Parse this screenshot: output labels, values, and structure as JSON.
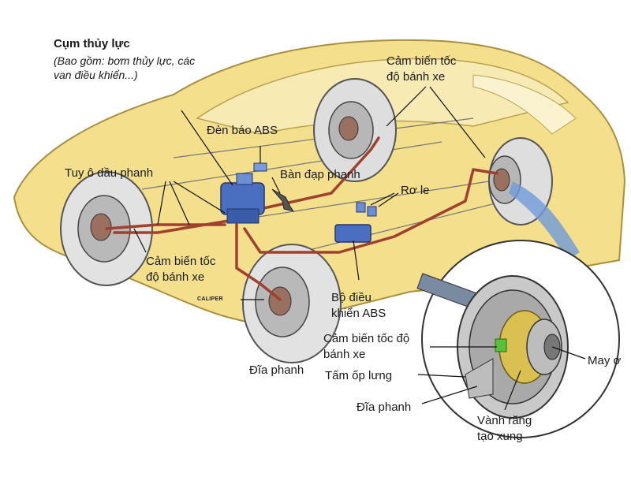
{
  "colors": {
    "car_body": "#f3df8c",
    "car_outline": "#a89040",
    "brake_line": "#a0402e",
    "tire": "#d9d9d9",
    "hub_blue": "#4a6fc0",
    "zoom_blue": "#6f9ad8",
    "leader": "#111111"
  },
  "labels": {
    "hydraulic_unit_title": "Cụm thủy lực",
    "hydraulic_unit_note": "(Bao gồm: bơm thủy lực, các van điều khiển...)",
    "abs_warning_light": "Đèn báo ABS",
    "brake_pedal": "Bàn đạp phanh",
    "brake_hose": "Tuy ô dầu phanh",
    "relay": "Rơ le",
    "wheel_speed_sensor_rear_1": "Cảm biến tốc",
    "wheel_speed_sensor_rear_2": "độ bánh xe",
    "wheel_speed_sensor_front_1": "Cảm biến tốc",
    "wheel_speed_sensor_front_2": "độ bánh xe",
    "caliper": "CALIPER",
    "abs_controller_1": "Bộ điều",
    "abs_controller_2": "khiển ABS",
    "brake_disc_left": "Đĩa phanh",
    "detail_sensor_1": "Cảm biến tốc độ",
    "detail_sensor_2": "bánh xe",
    "backing_plate": "Tấm ốp lưng",
    "brake_disc_detail": "Đĩa phanh",
    "hub": "May ơ",
    "tone_ring_1": "Vành răng",
    "tone_ring_2": "tạo xung"
  }
}
